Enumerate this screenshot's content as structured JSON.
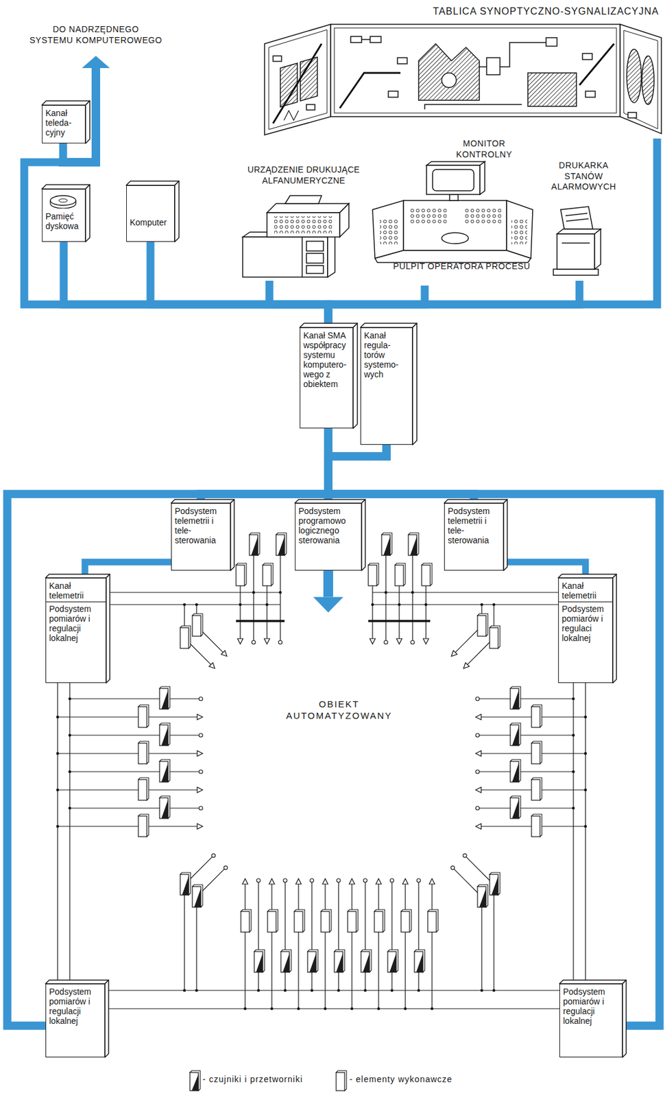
{
  "diagram": {
    "nodes": [
      {
        "text": [
          "TABLICA SYNOPTYCZNO-SYGNALIZACYJNA"
        ]
      },
      {
        "text": [
          "Kanał teleda- cyjny"
        ]
      },
      {
        "text": [
          "MONITOR KONTROLNY",
          "PULPIT OPERATORA PROCESU"
        ]
      },
      {
        "text": [
          "URZĄDZENIE DRUKUJĄCE ALFANUMERYCZNE"
        ]
      },
      {
        "text": [
          "DRUKARKA STANÓW ALARMOWYCH"
        ]
      },
      {
        "text": [
          "Pamięć dyskowa"
        ]
      },
      {
        "text": [
          "Komputer"
        ]
      },
      {
        "text": [
          "Kanał SMA współpracy systemu komputero- wego z obiektem"
        ]
      },
      {
        "text": [
          "Kanał regula- torów systemo- wych"
        ]
      },
      {
        "text": [
          "Podsystem telemetrii i tele- sterowania"
        ]
      },
      {
        "text": [
          "Podsystem programowo logicznego sterowania"
        ]
      },
      {
        "text": [
          "Podsystem telemetrii i tele- sterowania"
        ]
      },
      {
        "text": [
          "Kanał telemetrii",
          "Podsystem pomiarów i regulacji lokalnej"
        ]
      },
      {
        "text": [
          "Kanał telemetrii",
          "Podsystem pomiarów i regulaci lokalnej"
        ]
      },
      {
        "text": [
          "OBIEKT AUTOMATYZOWANY"
        ]
      },
      {
        "text": [
          "Podsystem pomiarów i regulacji lokalnej"
        ]
      },
      {
        "text": [
          "Podsystem pomiarów i regulacji lokalnej"
        ]
      }
    ],
    "edges": [
      {
        "from": 0,
        "to": 7,
        "arrow": "none"
      },
      {
        "from": 1,
        "to": 7,
        "arrow": "none"
      },
      {
        "from": 2,
        "to": 7,
        "arrow": "none"
      },
      {
        "from": 3,
        "to": 7,
        "arrow": "none"
      },
      {
        "from": 4,
        "to": 7,
        "arrow": "none"
      },
      {
        "from": 5,
        "to": 7,
        "arrow": "none"
      },
      {
        "from": 6,
        "to": 7,
        "arrow": "none"
      },
      {
        "from": 7,
        "to": 9,
        "arrow": "none"
      },
      {
        "from": 7,
        "to": 10,
        "arrow": "none"
      },
      {
        "from": 7,
        "to": 11,
        "arrow": "none"
      },
      {
        "from": 7,
        "to": 15,
        "arrow": "none"
      },
      {
        "from": 7,
        "to": 16,
        "arrow": "none"
      },
      {
        "from": 8,
        "to": 9,
        "arrow": "none"
      },
      {
        "from": 8,
        "to": 10,
        "arrow": "none"
      },
      {
        "from": 8,
        "to": 11,
        "arrow": "none"
      },
      {
        "from": 8,
        "to": 15,
        "arrow": "none"
      },
      {
        "from": 8,
        "to": 16,
        "arrow": "none"
      },
      {
        "from": 9,
        "to": 12,
        "arrow": "none"
      },
      {
        "from": 11,
        "to": 13,
        "arrow": "none"
      },
      {
        "from": 10,
        "to": 14,
        "arrow": "to"
      }
    ],
    "labels": [
      "DO NADRZĘDNEGO SYSTEMU KOMPUTEROWEGO"
    ],
    "legend": [
      {
        "text": "- czujniki i przetworniki"
      },
      {
        "text": "- elementy wykonawcze"
      }
    ]
  }
}
